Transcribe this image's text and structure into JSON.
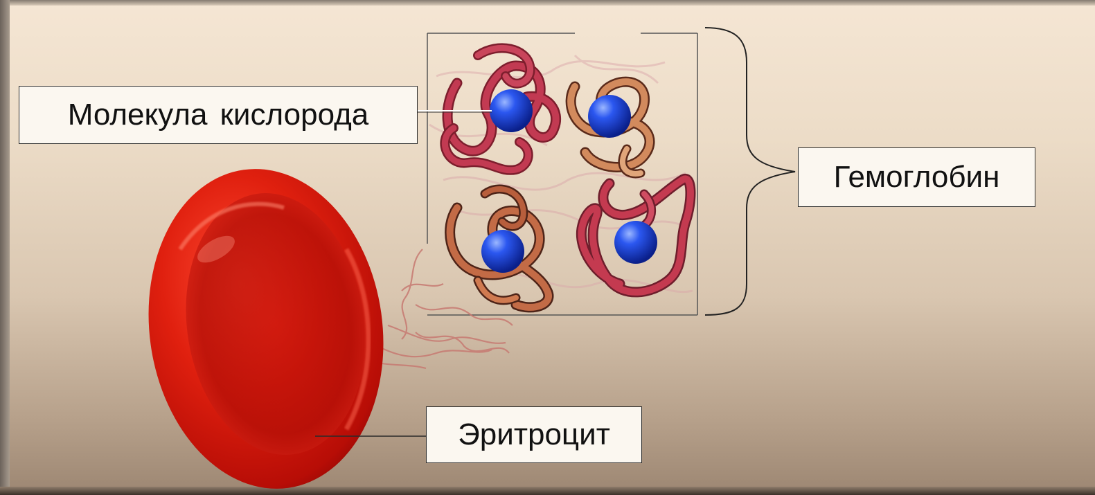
{
  "labels": {
    "oxygen_molecule": "Молекула кислорода",
    "hemoglobin": "Гемоглобин",
    "erythrocyte": "Эритроцит"
  },
  "colors": {
    "background_top": "#f5e6d4",
    "background_bottom": "#9c8672",
    "erythrocyte_red": "#d81a10",
    "oxygen_blue": "#1a3fd6",
    "chain_dark_red": "#b5334a",
    "chain_orange": "#c8774f",
    "label_fill": "#fbf7f0",
    "line": "#2a2a2a"
  },
  "hemoglobin": {
    "subunits": 4,
    "oxygen_molecules": 4
  }
}
